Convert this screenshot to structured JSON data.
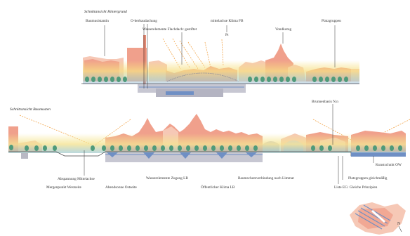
{
  "section_top": {
    "title": "Schnittansicht Hintergrund",
    "labels": {
      "baumusistantin": "Baumusistantin",
      "oberbaudachung": "O-berbaudachung",
      "wasserelemente": "Wasserelemente Flachdach: gestiftet",
      "mittelachse": "mittelachse Klima FB",
      "pt": "Pt",
      "vondkotug": "Vondkotug",
      "platzgruppen": "Platzgruppen"
    }
  },
  "section_bottom": {
    "title": "Schnittansicht Baumusten",
    "labels": {
      "brunnenbasis": "Brunnenbasis N.n",
      "abspannung_mittelachse": "Abspannung Mittelachse",
      "mergenpunkt_westseite": "Mergenpunkt Westseite",
      "abendsonne_ostseite": "Abendsonne Ostseite",
      "wasserelemente_zugang": "Wasserelemente Zugang LB",
      "baumschutzverbindung": "Baumschutzverbindung nach Limmat",
      "oeffentlicher_klima": "Öffentlicher Klima LB",
      "kunstschnitt": "Kunstschnitt OW",
      "platzgruppen_gleichmassig": "Platzgruppen gleichmäßig",
      "liste_eg": "Liste EG: Gleiche Prinzipien"
    }
  },
  "colors": {
    "building_salmon": "#f0a08c",
    "building_pale": "#f6c8b6",
    "tree_green": "#4f9a7a",
    "water_blue": "#6f8fc4",
    "ground_grey": "#b9b9c4",
    "sun_orange": "#f3a54a",
    "sky_yellow": "#f6e77a"
  },
  "icons": [
    "site-plan-icon",
    "north-arrow-icon"
  ]
}
